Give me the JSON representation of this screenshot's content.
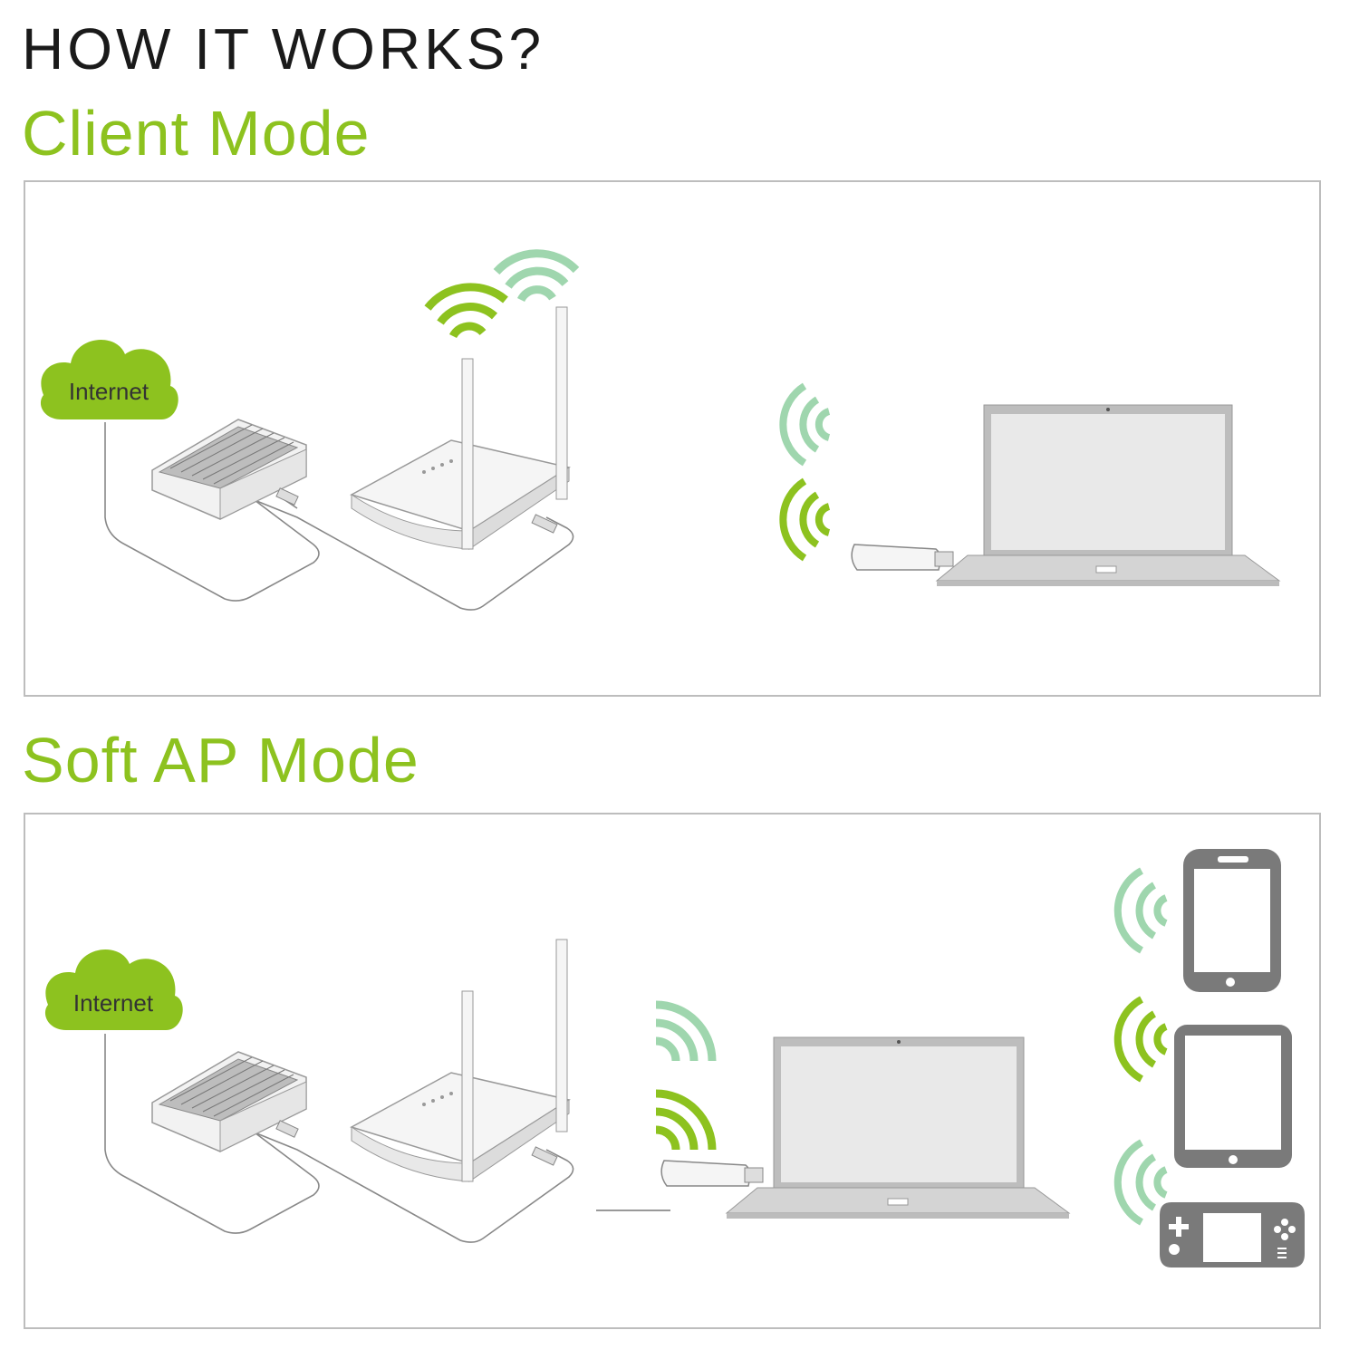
{
  "heading": "HOW IT WORKS?",
  "client_mode": {
    "title": "Client  Mode",
    "cloud_label": "Internet"
  },
  "soft_ap_mode": {
    "title": "Soft AP  Mode",
    "cloud_label": "Internet"
  },
  "colors": {
    "accent_green": "#8dc21f",
    "light_green": "#9fd6ae",
    "device_gray": "#7a7a7a",
    "border_gray": "#bdbdbd"
  },
  "icons": [
    "cloud-icon",
    "modem-icon",
    "router-icon",
    "wifi-signal-icon",
    "usb-adapter-icon",
    "laptop-icon",
    "phone-icon",
    "tablet-icon",
    "game-console-icon"
  ]
}
